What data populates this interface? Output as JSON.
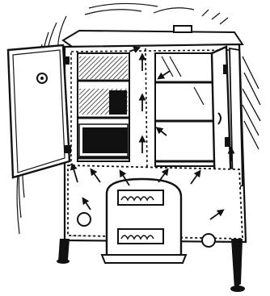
{
  "illustration": {
    "subject": "antique-heated-cabinet-with-open-doors",
    "style": "black-ink-woodcut",
    "ink_color": "#111111",
    "paper_color": "#ffffff",
    "shelf_count": 3,
    "door_state": "open",
    "heat_flow_arrows": "shown"
  }
}
